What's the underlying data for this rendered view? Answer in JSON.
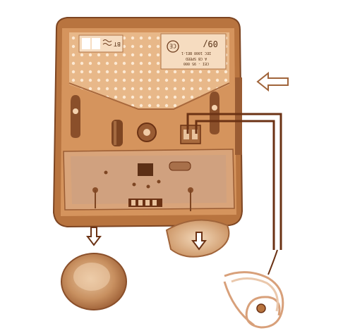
{
  "photo": {
    "colors": {
      "background": "#ffffff",
      "housing": "#c8834f",
      "housing_dark": "#8a4f2a",
      "panel": "#e8b889",
      "dots": "#fff2e0",
      "board": "#d9a47a",
      "wire": "#6b3214",
      "arrow_outline": "#a0643a",
      "lid": "#c89060",
      "sensor_cable": "#eac8ac"
    },
    "icons": [
      "left-arrow-icon",
      "down-arrow-icon",
      "down-arrow-icon"
    ],
    "label": {
      "number": "09/",
      "small_lines": [
        "IEC 1008 BE1-1",
        "A CB SPEED",
        "CEI - 95 000"
      ],
      "marks": [
        "BT",
        "CE"
      ]
    }
  }
}
